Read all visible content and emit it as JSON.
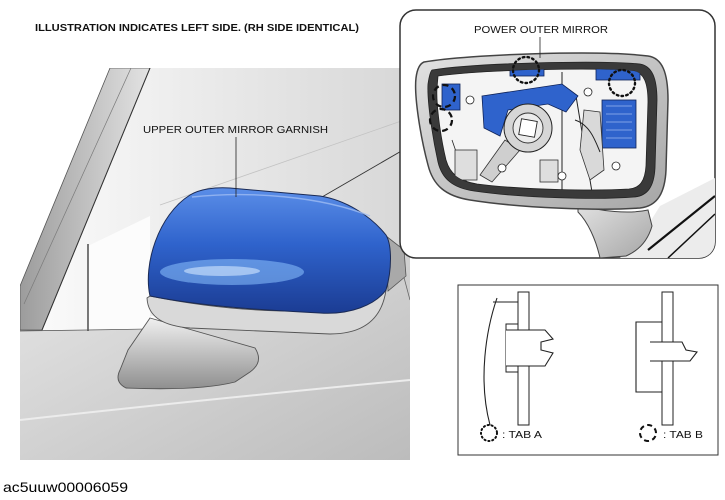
{
  "header": {
    "note": "ILLUSTRATION INDICATES LEFT SIDE. (RH SIDE IDENTICAL)"
  },
  "main_view": {
    "garnish_label": "UPPER OUTER MIRROR GARNISH"
  },
  "detail_view": {
    "mirror_label": "POWER OUTER MIRROR"
  },
  "legend": {
    "tab_a": {
      "icon": "dotted-circle",
      "label": ": TAB A"
    },
    "tab_b": {
      "icon": "dashed-circle",
      "label": ": TAB B"
    }
  },
  "footer": {
    "code": "ac5uuw00006059"
  },
  "colors": {
    "highlighted_part": "#2f63cc",
    "highlighted_part_shade": "#1b3c93"
  }
}
